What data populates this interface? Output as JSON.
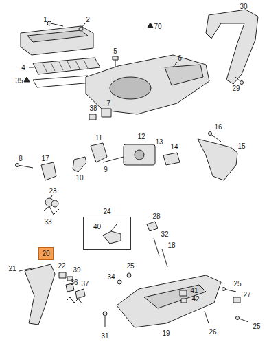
{
  "diagram": {
    "nodes": [
      {
        "text": [
          "24",
          "40"
        ]
      },
      {
        "text": [
          "20"
        ]
      }
    ],
    "labels": [
      "1",
      "2",
      "70",
      "30",
      "5",
      "6",
      "4",
      "35",
      "29",
      "38",
      "7",
      "16",
      "12",
      "13",
      "14",
      "15",
      "8",
      "17",
      "11",
      "9",
      "10",
      "23",
      "33",
      "28",
      "32",
      "18",
      "21",
      "22",
      "39",
      "36",
      "37",
      "34",
      "25",
      "41",
      "42",
      "19",
      "25",
      "27",
      "26",
      "25",
      "31"
    ]
  }
}
